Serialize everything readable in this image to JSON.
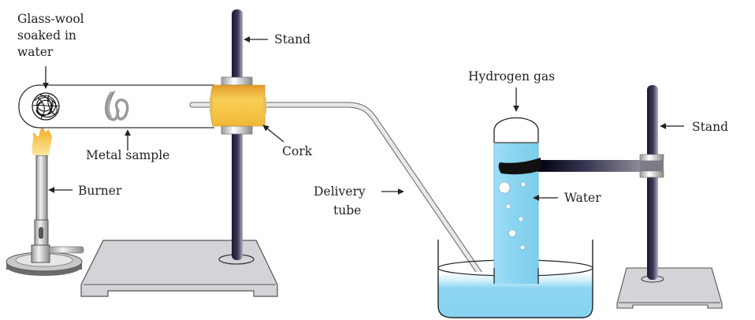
{
  "diagram": {
    "title": "Apparatus for reaction of metal with steam",
    "labels": {
      "glass_wool_line1": "Glass-wool",
      "glass_wool_line2": "soaked in",
      "glass_wool_line3": "water",
      "metal_sample": "Metal sample",
      "burner": "Burner",
      "stand_left": "Stand",
      "cork": "Cork",
      "delivery_tube_line1": "Delivery",
      "delivery_tube_line2": "tube",
      "hydrogen_gas": "Hydrogen gas",
      "water": "Water",
      "stand_right": "Stand"
    },
    "colors": {
      "water": "#8dd6f2",
      "cork": "#f2c040",
      "flame": "#f5c048",
      "rod": "#2a2a44",
      "base": "#d3d3d8",
      "outline": "#333333"
    }
  }
}
